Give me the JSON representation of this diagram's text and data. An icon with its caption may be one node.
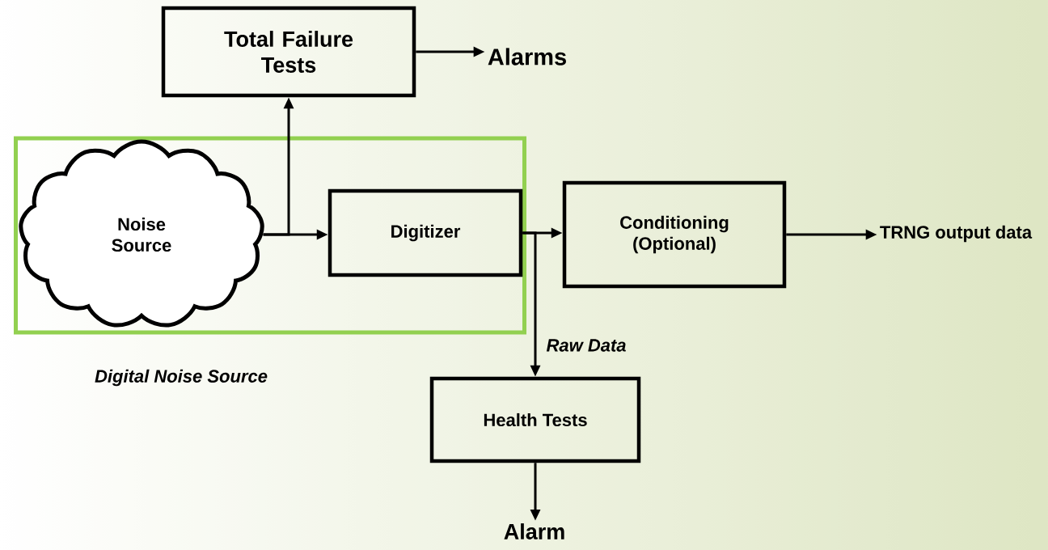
{
  "diagram": {
    "nodes": [
      {
        "text": [
          "Digital Noise Source"
        ]
      },
      {
        "text": [
          "Noise Source"
        ],
        "in": 0
      },
      {
        "text": [
          "Digitizer"
        ],
        "in": 0
      },
      {
        "text": [
          "Total Failure Tests"
        ]
      },
      {
        "text": [
          "Alarms"
        ]
      },
      {
        "text": [
          "Conditioning (Optional)"
        ]
      },
      {
        "text": [
          "TRNG output data"
        ]
      },
      {
        "text": [
          "Health Tests"
        ]
      },
      {
        "text": [
          "Alarm"
        ]
      }
    ],
    "edges": [
      {
        "from": 1,
        "to": 2,
        "arrow": "to"
      },
      {
        "from": 1,
        "to": 3,
        "arrow": "to"
      },
      {
        "from": 3,
        "to": 4,
        "arrow": "to"
      },
      {
        "from": 2,
        "to": 5,
        "arrow": "to"
      },
      {
        "from": 2,
        "to": 7,
        "label": "Raw Data",
        "arrow": "to"
      },
      {
        "from": 5,
        "to": 6,
        "arrow": "to"
      },
      {
        "from": 7,
        "to": 8,
        "arrow": "to"
      }
    ]
  }
}
